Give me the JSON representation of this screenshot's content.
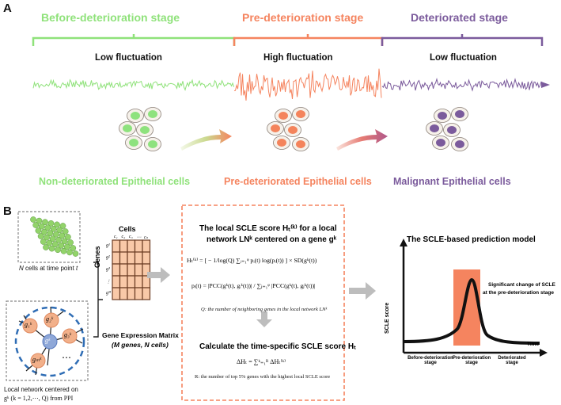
{
  "panel_a": {
    "letter": "A",
    "stages": [
      {
        "title": "Before-deterioration stage",
        "color": "#8fe27a"
      },
      {
        "title": "Pre-deterioration stage",
        "color": "#f5845f"
      },
      {
        "title": "Deteriorated stage",
        "color": "#7b5b9c"
      }
    ],
    "fluctuations": [
      "Low fluctuation",
      "High fluctuation",
      "Low fluctuation"
    ],
    "cell_groups": [
      {
        "label": "Non-deteriorated Epithelial cells",
        "color": "#8fe27a",
        "nucleus": "#8ee27e"
      },
      {
        "label": "Pre-deteriorated Epithelial cells",
        "color": "#f5845f",
        "nucleus": "#f4845c"
      },
      {
        "label": "Malignant Epithelial cells",
        "color": "#7b5b9c",
        "nucleus": "#7b5b9c"
      }
    ]
  },
  "panel_b": {
    "letter": "B",
    "cells_caption_pre": "N",
    "cells_caption_post": " cells at time point ",
    "cells_caption_t": "t",
    "network_caption_line1": "Local network centered on",
    "network_caption_line2": "gᵏ (k = 1,2,⋯, Q) from PPI",
    "network_nodes": {
      "center": "gᵏ",
      "n1": "g₁ᵏ",
      "n2": "g₂ᵏ",
      "n3": "g₃ᵏ",
      "nm": "gₘᵏ",
      "dots": "⋯"
    },
    "matrix": {
      "cells_label": "Cells",
      "genes_label": "Genes",
      "col_labels": [
        "c₁",
        "c₂",
        "c₃",
        "⋯",
        "cₙ"
      ],
      "row_labels": [
        "g¹",
        "g²",
        "g³",
        "⋮",
        "gᴹ"
      ],
      "title": "Gene Expression Matrix",
      "subtitle": "(M genes, N cells)"
    },
    "score_box": {
      "title_line1": "The local SCLE score Hₜ⁽ᵏ⁾ for a local",
      "title_line2": "network LNᵏ centered on a gene gᵏ",
      "formula1": "Hₜ⁽ᵏ⁾ = [ − 1/log(Q) ∑ᵢ₌₁ᵠ pᵢ(t) log(pᵢ(t)) ] × SD(gᵏ(t))",
      "formula2": "pᵢ(t) = |PCC(gᵏ(t), gᵢᵏ(t))| / ∑ⱼ₌₁ᵠ |PCC(gᵏ(t), gⱼᵏ(t))|",
      "q_note": "Q: the number of neighboring genes in the local network LNᵏ",
      "title2": "Calculate the time-specific SCLE score Hₜ",
      "formula3": "ΔHₜ = ∑ᵏ₌₁ᴿ ΔHₜ⁽ᵏ⁾",
      "r_note": "R: the number of top 5% genes with the highest local SCLE score"
    },
    "model": {
      "title": "The SCLE-based prediction model",
      "ylabel": "SCLE score",
      "xlabel": "Time",
      "annotation_line1": "Significant change of SCLE",
      "annotation_line2": "at the pre-deterioration stage",
      "stage_labels": [
        [
          "Before-deterioration",
          "stage"
        ],
        [
          "Pre-deterioration",
          "stage"
        ],
        [
          "Deteriorated",
          "stage"
        ]
      ],
      "highlight_color": "#f5845f"
    }
  }
}
